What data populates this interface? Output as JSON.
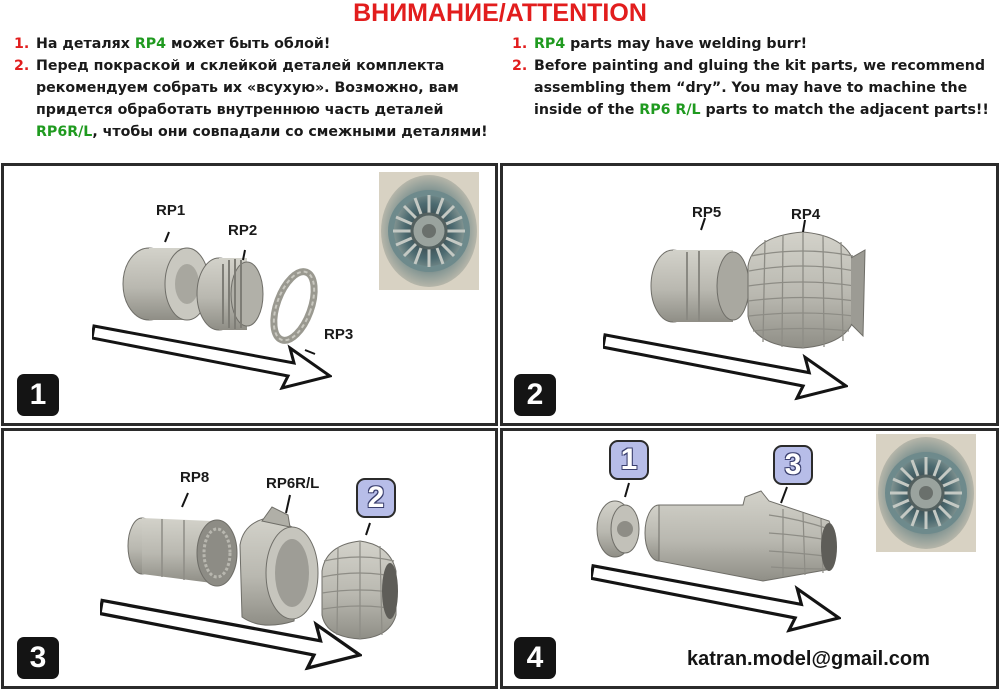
{
  "title": "ВНИМАНИЕ/ATTENTION",
  "notes_ru": [
    {
      "num": "1.",
      "pre": "На деталях ",
      "highlight": "RP4",
      "post": " может быть облой!"
    },
    {
      "num": "2.",
      "pre": "Перед покраской и склейкой деталей комплекта рекомендуем собрать их «всухую». Возможно, вам придется обработать внутреннюю часть деталей ",
      "highlight": "RP6R/L",
      "post": ", чтобы они совпадали со смежными деталями!"
    }
  ],
  "notes_en": [
    {
      "num": "1.",
      "pre": "",
      "highlight": "RP4",
      "post": " parts may have welding burr!"
    },
    {
      "num": "2.",
      "pre": "Before painting and gluing the kit parts, we recommend assembling them “dry”. You may have to machine the inside of the ",
      "highlight": "RP6 R/L",
      "post": " parts to match the adjacent parts!!"
    }
  ],
  "steps": [
    {
      "number": "1",
      "parts": [
        "RP1",
        "RP2",
        "RP3"
      ]
    },
    {
      "number": "2",
      "parts": [
        "RP5",
        "RP4"
      ]
    },
    {
      "number": "3",
      "parts": [
        "RP8",
        "RP6R/L"
      ],
      "ref": "2"
    },
    {
      "number": "4",
      "refs": [
        "1",
        "3"
      ]
    }
  ],
  "email": "katran.model@gmail.com",
  "colors": {
    "accent_red": "#e21d1d",
    "part_green": "#1f9a1f",
    "part_gray": "#b9b8b0",
    "badge_blue": "#b7bde8"
  }
}
